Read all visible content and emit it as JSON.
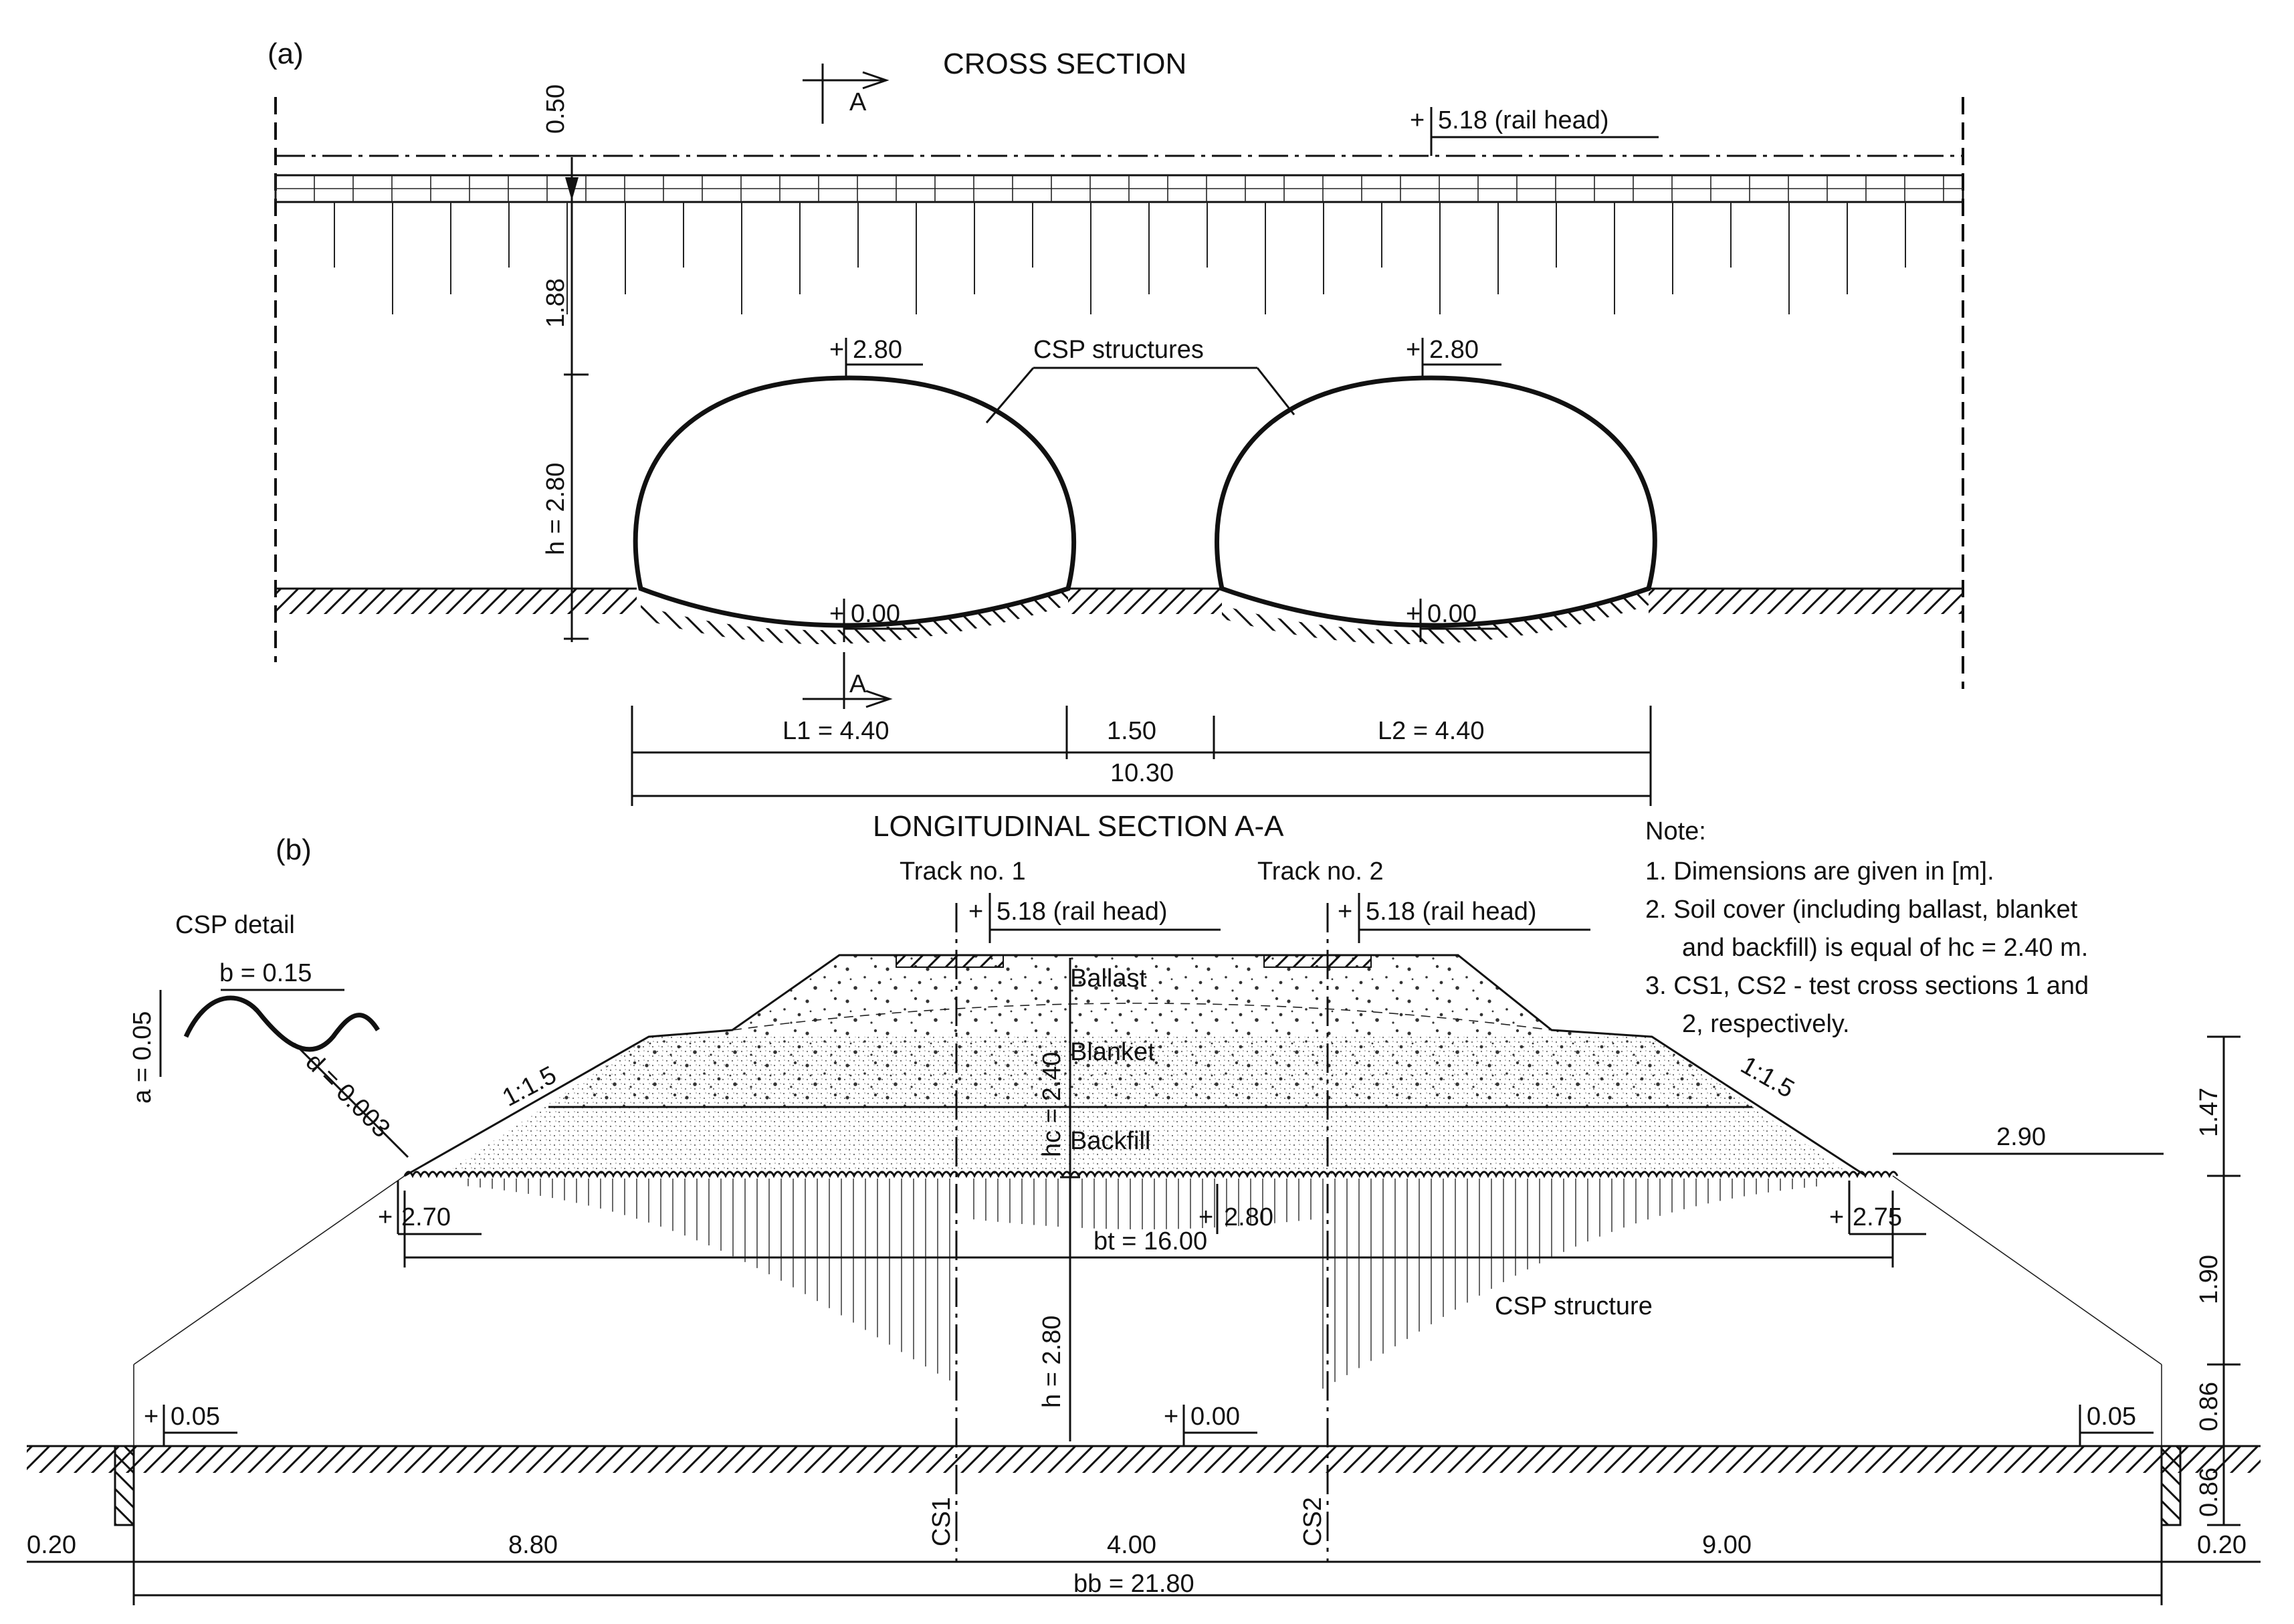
{
  "labels": {
    "panel_a": "(a)",
    "panel_b": "(b)",
    "title_cross": "CROSS SECTION",
    "title_long": "LONGITUDINAL SECTION A-A",
    "section_mark": "A",
    "rail_head": "5.18 (rail head)",
    "csp_structures": "CSP structures",
    "csp_structure": "CSP structure",
    "csp_detail": "CSP detail",
    "track1": "Track no. 1",
    "track2": "Track no. 2",
    "ballast": "Ballast",
    "blanket": "Blanket",
    "backfill": "Backfill",
    "cs1": "CS1",
    "cs2": "CS2",
    "slope": "1:1.5",
    "plus": "+"
  },
  "cross_section": {
    "dims": {
      "d050": "0.50",
      "d188": "1.88",
      "h": "h = 2.80",
      "L1": "L1 = 4.40",
      "gap": "1.50",
      "L2": "L2 = 4.40",
      "total": "10.30"
    },
    "levels": {
      "crown": "2.80",
      "invert": "0.00"
    }
  },
  "longitudinal_section": {
    "dims": {
      "hc": "hc = 2.40",
      "h": "h = 2.80",
      "bt": "bt = 16.00",
      "d290": "2.90",
      "d147": "1.47",
      "d190": "1.90",
      "d086a": "0.86",
      "d086b": "0.86",
      "left_edge": "0.20",
      "right_edge": "0.20",
      "d880": "8.80",
      "d400": "4.00",
      "d900": "9.00",
      "bb": "bb = 21.80"
    },
    "levels": {
      "left_top": "2.70",
      "mid_top": "2.80",
      "right_top": "2.75",
      "left_base": "0.05",
      "mid_base": "0.00",
      "right_base": "0.05"
    },
    "detail": {
      "b": "b = 0.15",
      "a": "a = 0.05",
      "d": "d = 0.003"
    }
  },
  "note": {
    "title": "Note:",
    "items": [
      "1. Dimensions are given in [m].",
      "2. Soil cover (including ballast, blanket",
      "and backfill) is equal of hc = 2.40 m.",
      "3. CS1, CS2 - test cross sections 1 and",
      "2, respectively."
    ]
  }
}
